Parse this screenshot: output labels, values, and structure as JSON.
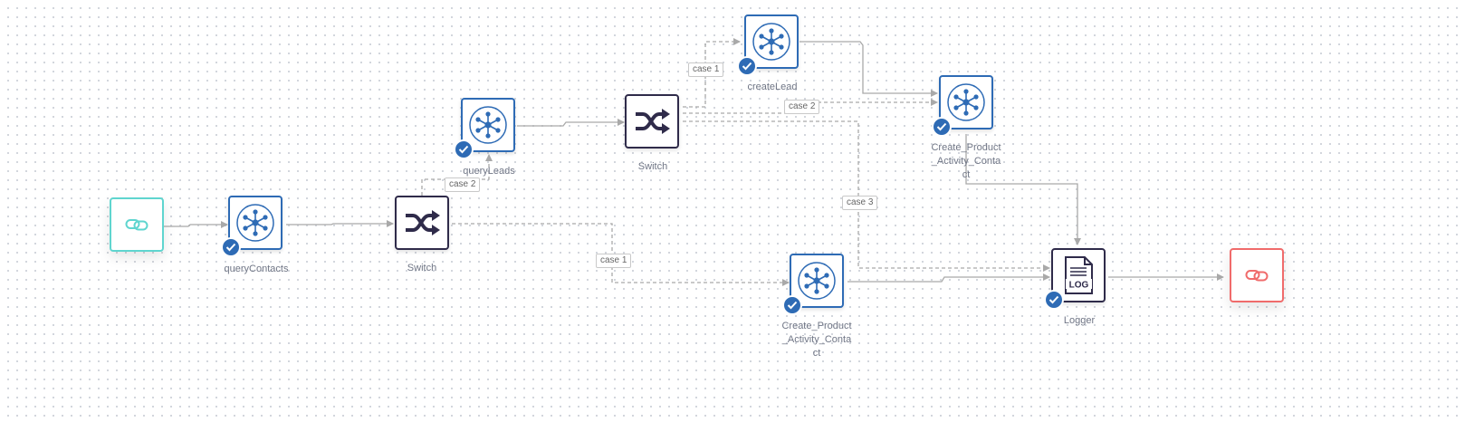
{
  "nodes": {
    "query_contacts": {
      "label": "queryContacts",
      "icon": "connector-hub-icon"
    },
    "switch_1": {
      "label": "Switch",
      "icon": "shuffle-icon"
    },
    "query_leads": {
      "label": "queryLeads",
      "icon": "connector-hub-icon"
    },
    "switch_2": {
      "label": "Switch",
      "icon": "shuffle-icon"
    },
    "create_lead": {
      "label": "createLead",
      "icon": "connector-hub-icon"
    },
    "create_product_1": {
      "label_lines": [
        "Create_Product",
        "_Activity_Conta",
        "ct"
      ],
      "icon": "connector-hub-icon"
    },
    "create_product_2": {
      "label_lines": [
        "Create_Product",
        "_Activity_Conta",
        "ct"
      ],
      "icon": "connector-hub-icon"
    },
    "logger": {
      "label": "Logger",
      "icon_text": "LOG",
      "icon": "log-file-icon"
    },
    "start": {
      "icon": "link-icon"
    },
    "end": {
      "icon": "link-icon"
    }
  },
  "edge_labels": {
    "switch1_case2": "case 2",
    "switch1_case1": "case 1",
    "switch2_case1": "case 1",
    "switch2_case2": "case 2",
    "switch2_case3": "case 3"
  },
  "colors": {
    "connector_border": "#2e6bb5",
    "switch_border": "#2f2b4a",
    "start_border": "#5fd5cf",
    "end_border": "#f06b6b",
    "edge": "#a9a9a9"
  }
}
